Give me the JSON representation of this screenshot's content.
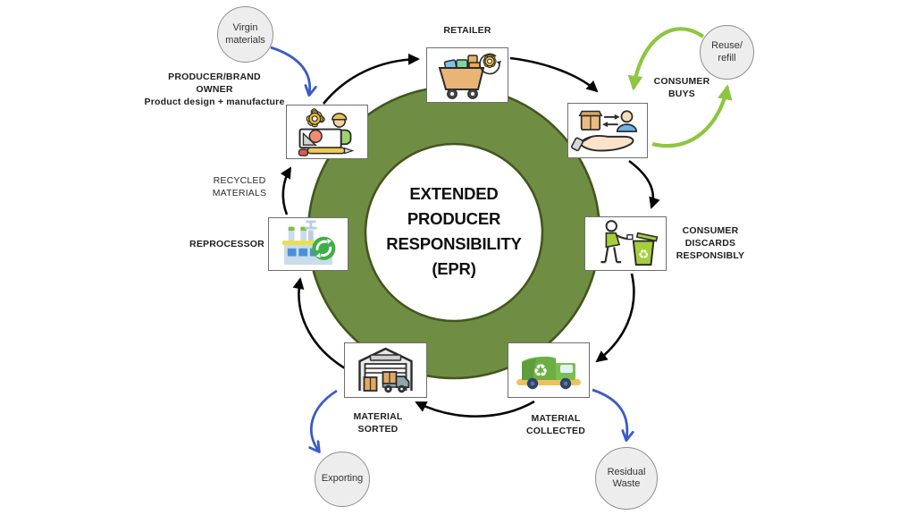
{
  "diagram": {
    "title": "Extended Producer Responsibility (EPR) cycle",
    "center": {
      "lines": [
        "EXTENDED",
        "PRODUCER",
        "RESPONSIBILITY",
        "(EPR)"
      ]
    },
    "nodes": {
      "producer": {
        "label_line1": "PRODUCER/BRAND",
        "label_line2": "OWNER",
        "label_line3": "Product design + manufacture",
        "icon": "product-design-manufacture-icon"
      },
      "retailer": {
        "label": "RETAILER",
        "icon": "retail-cart-icon"
      },
      "consumer_buys": {
        "label_line1": "CONSUMER",
        "label_line2": "BUYS",
        "icon": "product-handover-icon"
      },
      "consumer_discards": {
        "label_line1": "CONSUMER",
        "label_line2": "DISCARDS",
        "label_line3": "RESPONSIBLY",
        "icon": "person-recycle-bin-icon"
      },
      "material_collected": {
        "label_line1": "MATERIAL",
        "label_line2": "COLLECTED",
        "icon": "recycling-truck-icon"
      },
      "material_sorted": {
        "label_line1": "MATERIAL",
        "label_line2": "SORTED",
        "icon": "warehouse-icon"
      },
      "reprocessor": {
        "label": "REPROCESSOR",
        "icon": "factory-recycle-icon"
      }
    },
    "flow_labels": {
      "recycled_materials_line1": "RECYCLED",
      "recycled_materials_line2": "MATERIALS"
    },
    "bubbles": {
      "virgin": {
        "line1": "Virgin",
        "line2": "materials"
      },
      "reuse": {
        "line1": "Reuse/",
        "line2": "refill"
      },
      "exporting": {
        "line1": "Exporting"
      },
      "residual": {
        "line1": "Residual",
        "line2": "Waste"
      }
    },
    "colors": {
      "ring_fill": "#6f8e43",
      "ring_border": "#42561f",
      "arrow_black": "#050505",
      "arrow_green": "#8dc63f",
      "arrow_blue": "#3a5bc7",
      "bubble_fill": "#ededed",
      "bubble_border": "#8f8f8f",
      "box_border": "#6e6e6e"
    }
  }
}
